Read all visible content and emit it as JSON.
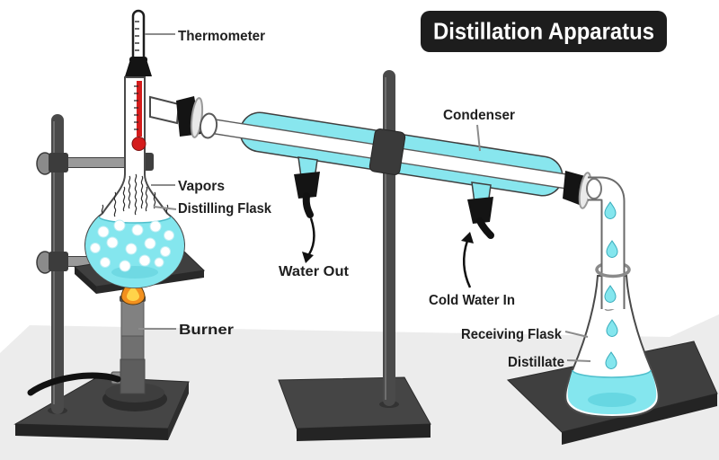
{
  "title": "Distillation Apparatus",
  "labels": {
    "thermometer": "Thermometer",
    "vapors": "Vapors",
    "distilling_flask": "Distilling Flask",
    "water_out": "Water Out",
    "condenser": "Condenser",
    "cold_water_in": "Cold Water In",
    "receiving_flask": "Receiving Flask",
    "distillate": "Distillate",
    "burner": "Burner"
  },
  "colors": {
    "liquid": "#84e6ee",
    "liquidEdge": "#4fbfcc",
    "jacket": "#88e6ee",
    "glassOutline": "#4a4a4a",
    "metal": "#4a4a4a",
    "metalLight": "#9a9a9a",
    "plate": "#3f3f3f",
    "baseTop": "#454545",
    "baseFront": "#242424",
    "stopper": "#141414",
    "flameOuter": "#f2901e",
    "flameInner": "#ffd34a",
    "mercury": "#d41c1c",
    "floor": "#ececec",
    "titleBg": "#1d1d1d",
    "titleText": "#ffffff",
    "label": "#1f1f1f",
    "pointer": "#8c8c8c",
    "hose": "#111111"
  }
}
